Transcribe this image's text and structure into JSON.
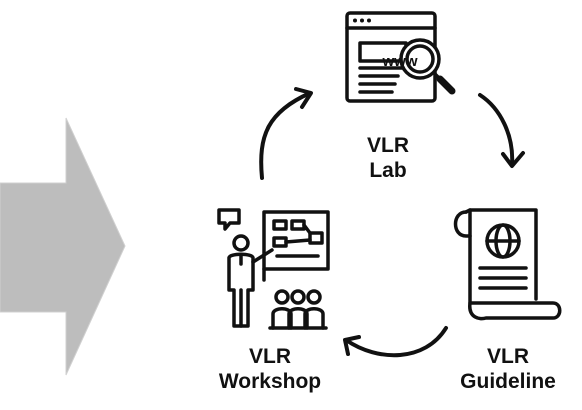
{
  "nodes": {
    "lab": {
      "line1": "VLR",
      "line2": "Lab",
      "icon": "website-search-icon"
    },
    "guideline": {
      "line1": "VLR",
      "line2": "Guideline",
      "icon": "globe-document-scroll-icon"
    },
    "workshop": {
      "line1": "VLR",
      "line2": "Workshop",
      "icon": "presenter-audience-icon"
    }
  },
  "www_text": "www",
  "colors": {
    "ink": "#111111",
    "big_arrow_fill": "#bdbdbd",
    "big_arrow_edge": "#d0d0d0",
    "background": "#ffffff"
  }
}
